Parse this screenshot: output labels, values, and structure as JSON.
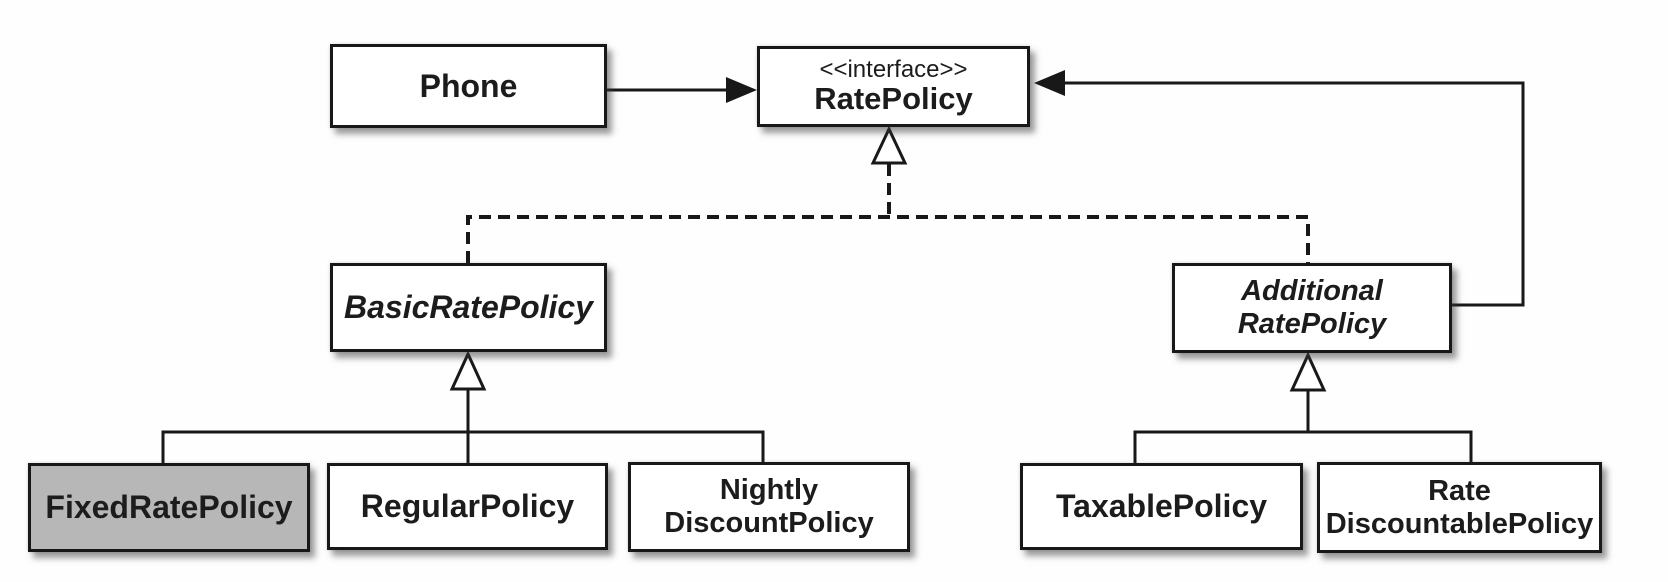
{
  "diagram": {
    "type": "uml-class-diagram",
    "nodes": {
      "phone": {
        "label": "Phone"
      },
      "rate_policy": {
        "stereotype": "<<interface>>",
        "label": "RatePolicy"
      },
      "basic_rate_policy": {
        "label": "BasicRatePolicy",
        "abstract": true
      },
      "additional_rate_policy": {
        "label_line1": "Additional",
        "label_line2": "RatePolicy",
        "abstract": true
      },
      "fixed_rate_policy": {
        "label": "FixedRatePolicy",
        "highlighted": true
      },
      "regular_policy": {
        "label": "RegularPolicy"
      },
      "nightly_discount_policy": {
        "label_line1": "Nightly",
        "label_line2": "DiscountPolicy"
      },
      "taxable_policy": {
        "label": "TaxablePolicy"
      },
      "rate_discountable_policy": {
        "label_line1": "Rate",
        "label_line2": "DiscountablePolicy"
      }
    },
    "edges": [
      {
        "from": "Phone",
        "to": "RatePolicy",
        "type": "association-solid-arrow"
      },
      {
        "from": "AdditionalRatePolicy",
        "to": "RatePolicy",
        "type": "association-solid-arrow"
      },
      {
        "from": "BasicRatePolicy",
        "to": "RatePolicy",
        "type": "realization-dashed-hollow-triangle"
      },
      {
        "from": "AdditionalRatePolicy",
        "to": "RatePolicy",
        "type": "realization-dashed-hollow-triangle"
      },
      {
        "from": "FixedRatePolicy",
        "to": "BasicRatePolicy",
        "type": "generalization-hollow-triangle"
      },
      {
        "from": "RegularPolicy",
        "to": "BasicRatePolicy",
        "type": "generalization-hollow-triangle"
      },
      {
        "from": "NightlyDiscountPolicy",
        "to": "BasicRatePolicy",
        "type": "generalization-hollow-triangle"
      },
      {
        "from": "TaxablePolicy",
        "to": "AdditionalRatePolicy",
        "type": "generalization-hollow-triangle"
      },
      {
        "from": "RateDiscountablePolicy",
        "to": "AdditionalRatePolicy",
        "type": "generalization-hollow-triangle"
      }
    ],
    "colors": {
      "background": "#fefefe",
      "box_fill": "#ffffff",
      "box_border": "#181818",
      "highlight_fill": "#b7b7b7",
      "line": "#181818",
      "text": "#1c1c1c"
    }
  }
}
